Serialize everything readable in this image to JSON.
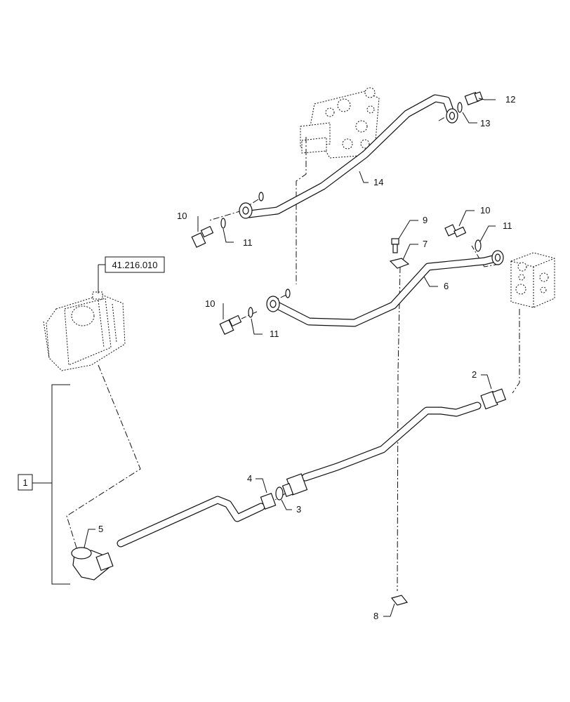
{
  "reference_box": {
    "label": "41.216.010"
  },
  "assembly_box": {
    "label": "1"
  },
  "callouts": {
    "c2": "2",
    "c3": "3",
    "c4": "4",
    "c5": "5",
    "c6": "6",
    "c7": "7",
    "c8": "8",
    "c9": "9",
    "c10_upper": "10",
    "c11_upper": "11",
    "c10_right": "10",
    "c11_right": "11",
    "c10_lower": "10",
    "c11_lower": "11",
    "c12": "12",
    "c13": "13",
    "c14": "14"
  }
}
